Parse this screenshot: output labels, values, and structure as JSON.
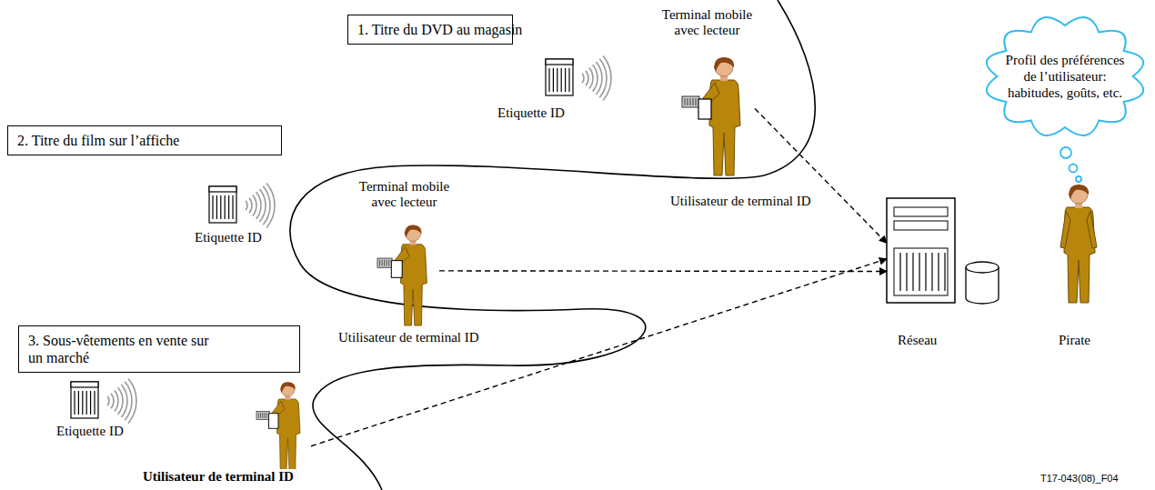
{
  "diagram": {
    "nodes": [
      {
        "text": [
          "1. Titre du DVD au magasin"
        ]
      },
      {
        "text": [
          "2. Titre du film sur l’affiche"
        ]
      },
      {
        "text": [
          "3. Sous-vêtements en vente sur un marché"
        ]
      },
      {
        "text": [
          "Terminal mobile avec lecteur",
          "Utilisateur de terminal ID"
        ]
      },
      {
        "text": [
          "Terminal mobile avec lecteur",
          "Utilisateur de terminal ID"
        ]
      },
      {
        "text": [
          "Utilisateur de terminal ID"
        ]
      },
      {
        "text": [
          "Profil des préférences de l’utilisateur: habitudes, goûts, etc."
        ]
      },
      {
        "text": [
          "Réseau"
        ]
      },
      {
        "text": [
          "Pirate"
        ]
      }
    ],
    "edges": [
      {
        "from": 3,
        "to": 7,
        "arrow": "to"
      },
      {
        "from": 4,
        "to": 7,
        "arrow": "to"
      },
      {
        "from": 5,
        "to": 7,
        "arrow": "to"
      }
    ],
    "labels": [
      "Etiquette ID",
      "Etiquette ID",
      "Etiquette ID",
      "T17-043(08)_F04"
    ]
  }
}
